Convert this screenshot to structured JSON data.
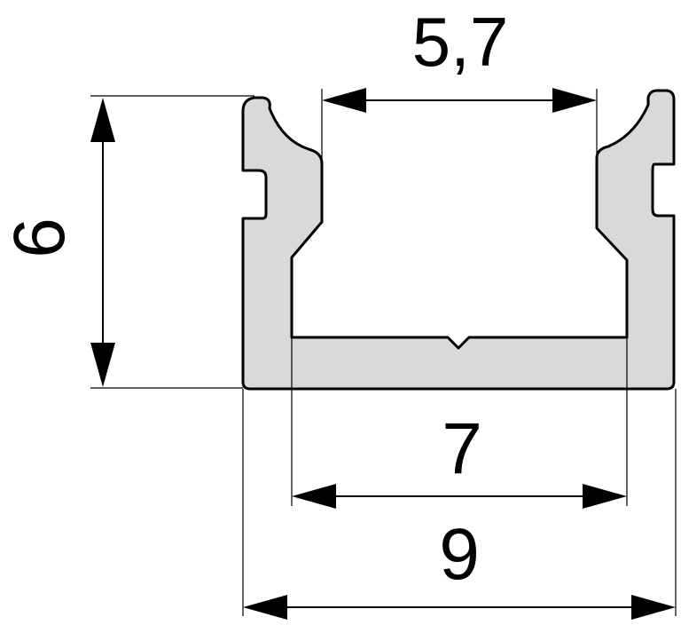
{
  "drawing": {
    "subject": "profile-cross-section",
    "colors": {
      "profile_fill": "#d9d9d9",
      "line": "#000000",
      "background": "#ffffff"
    }
  },
  "dimensions": {
    "top_opening": "5,7",
    "height": "6",
    "inner_width": "7",
    "outer_width": "9"
  }
}
